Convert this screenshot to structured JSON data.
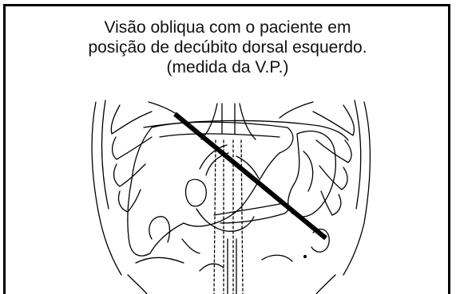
{
  "caption": {
    "line1": "Visão obliqua com o paciente em",
    "line2": "posição de decúbito dorsal esquerdo.",
    "line3": "(medida da V.P.)"
  },
  "colors": {
    "ink": "#000000",
    "background": "#ffffff"
  },
  "illustration": {
    "subject": "abdominal-anatomy-line-drawing",
    "measurement_line": "oblique-scan-plane"
  }
}
